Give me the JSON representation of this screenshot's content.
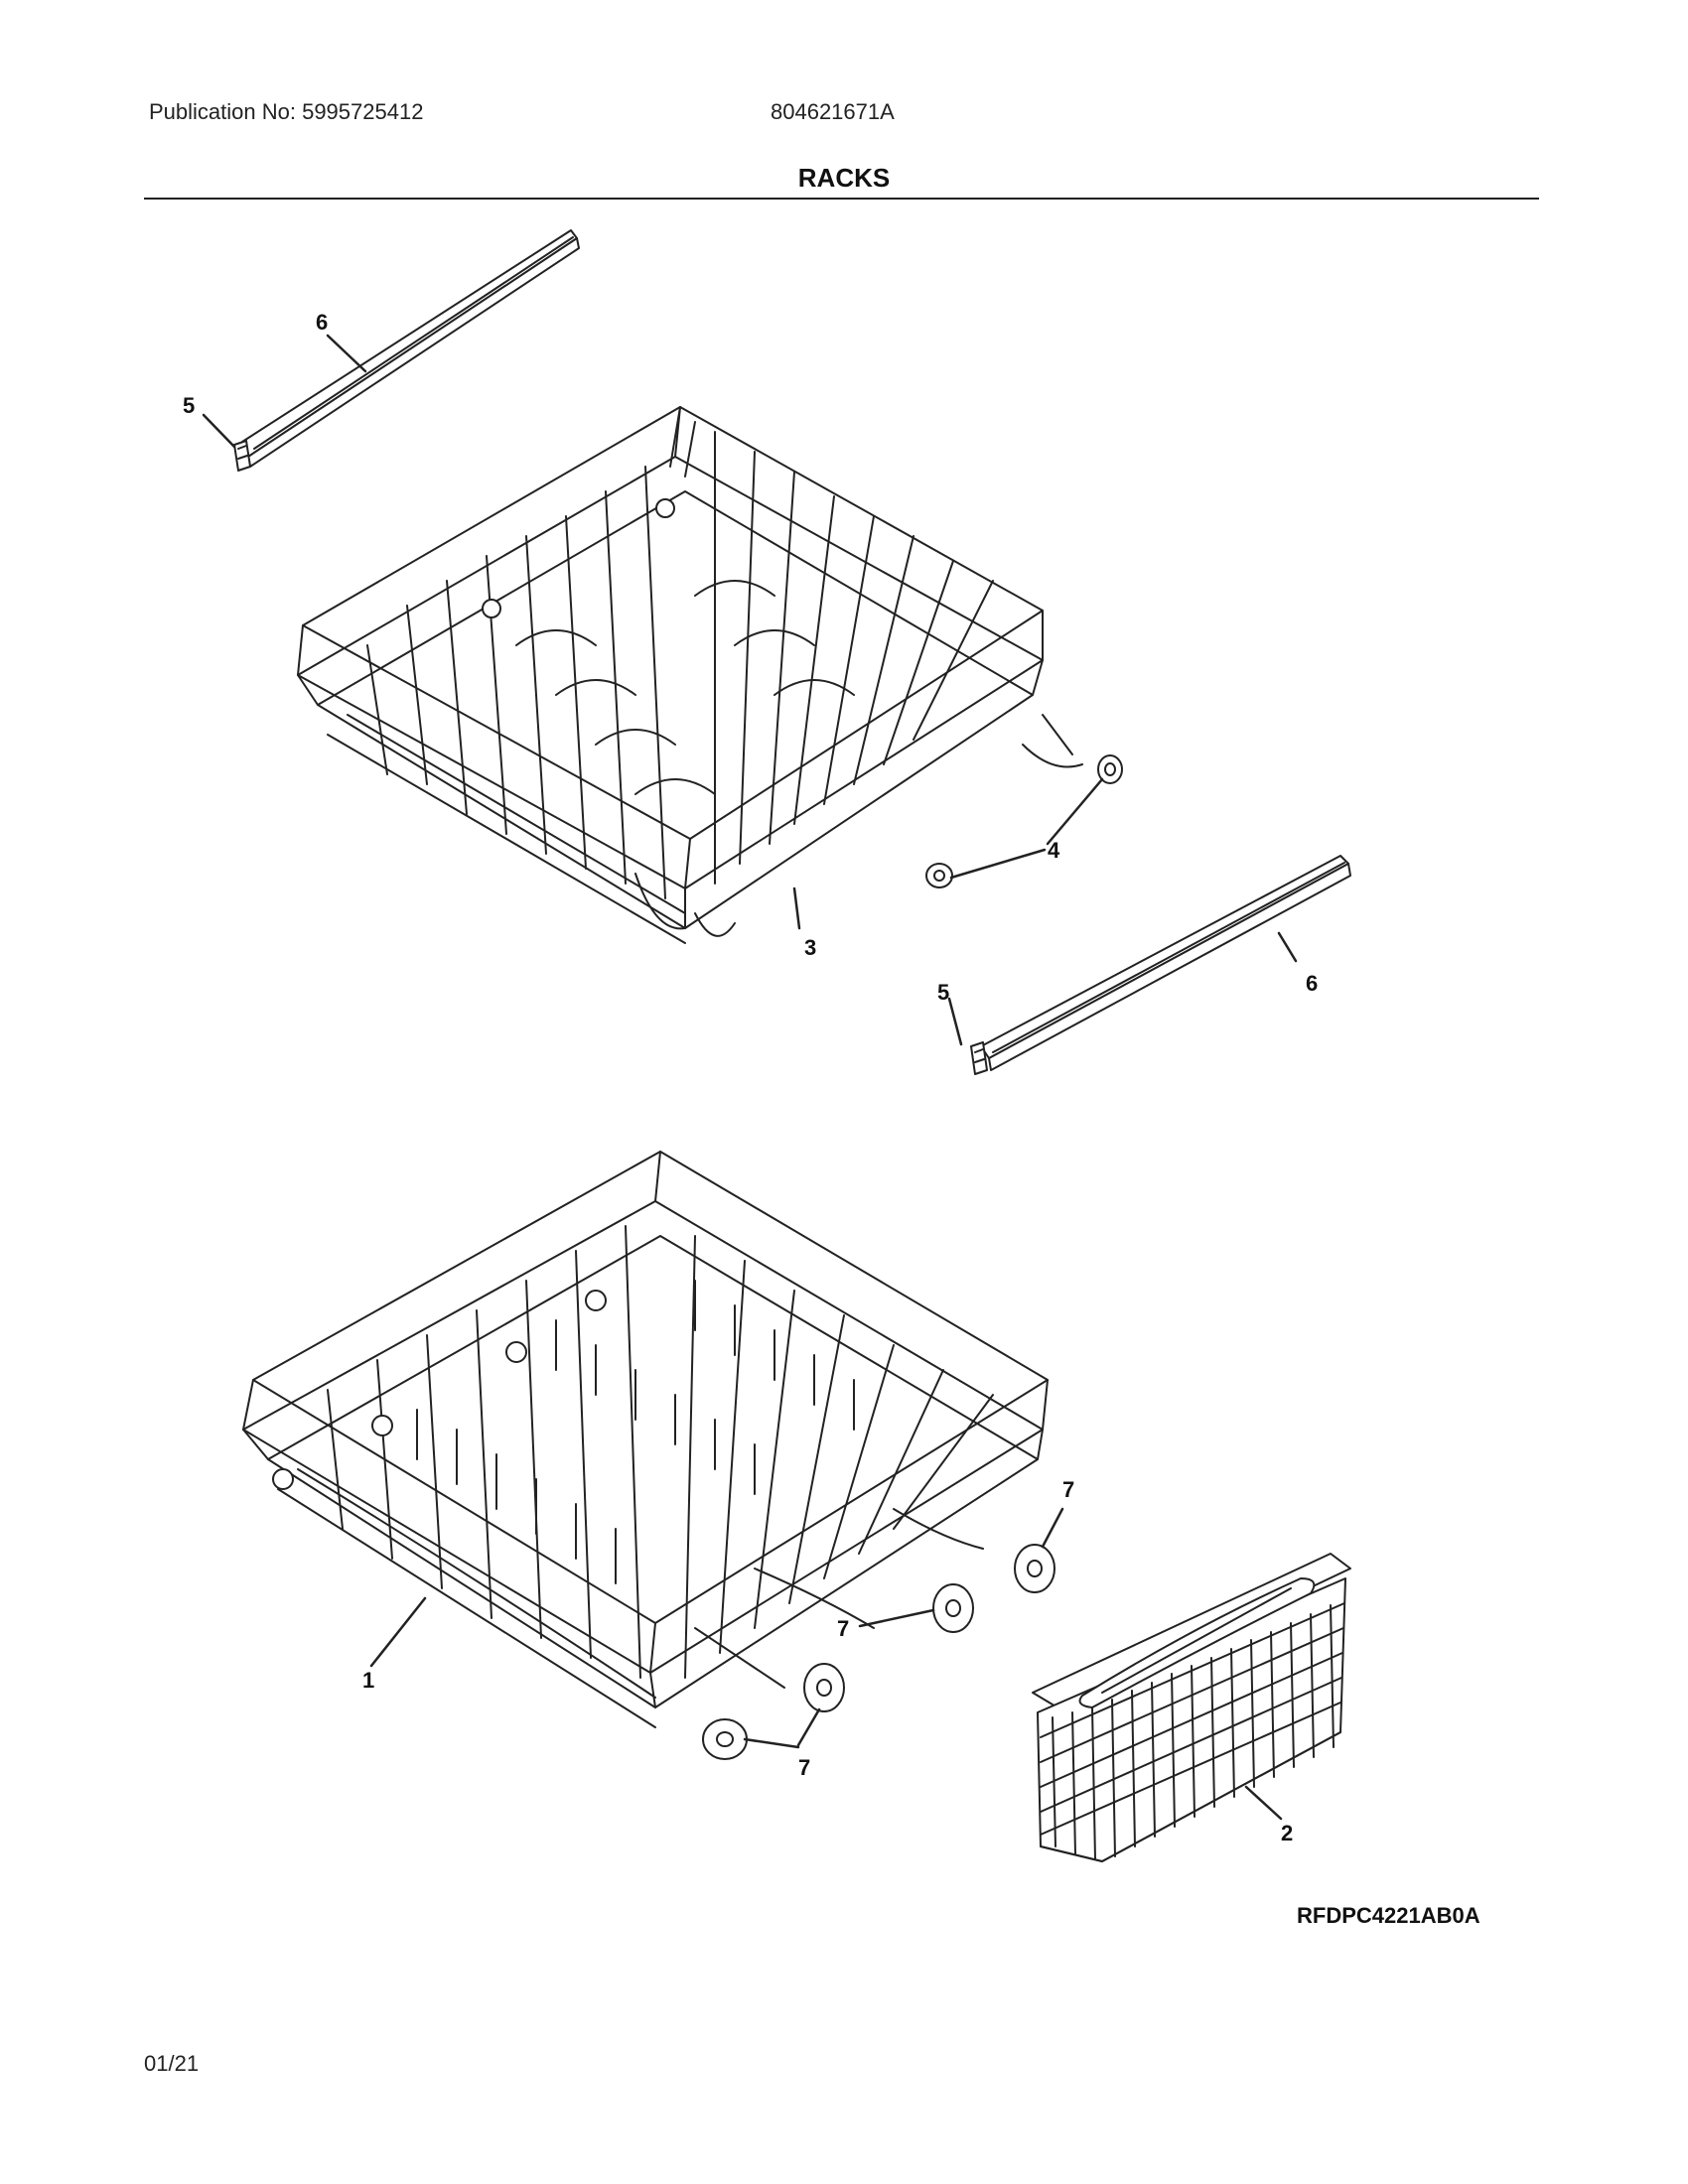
{
  "header": {
    "publication": "Publication No: 5995725412",
    "model": "804621671A"
  },
  "title": "RACKS",
  "callouts": {
    "upper_rack": "3",
    "upper_rollers": "4",
    "rail_stop_left": "5",
    "rail_left": "6",
    "rail_stop_right": "5",
    "rail_right": "6",
    "lower_rack": "1",
    "lower_wheels_right": "7",
    "lower_wheels_mid": "7",
    "lower_wheels_bottom": "7",
    "basket": "2"
  },
  "reference": "RFDPC4221AB0A",
  "footer": {
    "date": "01/21"
  },
  "icons": {
    "upper_rack": "upper-dish-rack-icon",
    "lower_rack": "lower-dish-rack-icon",
    "basket": "silverware-basket-icon",
    "rail": "rack-rail-icon",
    "roller": "rack-roller-icon",
    "wheel": "rack-wheel-icon"
  },
  "colors": {
    "line": "#222222",
    "background": "#ffffff"
  }
}
